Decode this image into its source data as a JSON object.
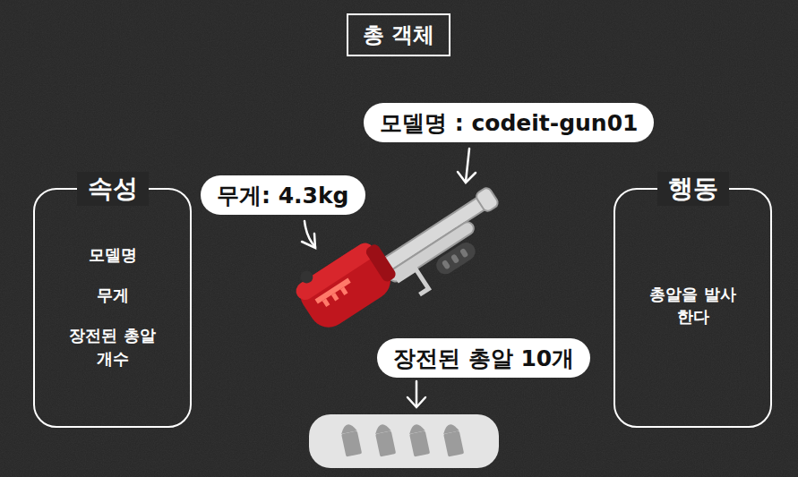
{
  "diagram": {
    "title": "총 객체",
    "nodes": [
      {
        "text": [
          "모델명 : codeit-gun01"
        ]
      },
      {
        "text": [
          "속성",
          "모델명",
          "무게",
          "장전된 총알 개수"
        ]
      },
      {
        "text": [
          "무게: 4.3kg"
        ]
      },
      {
        "text": [
          "행동",
          "총알을 발사한다"
        ]
      },
      {
        "text": [
          "장전된 총알 10개"
        ]
      }
    ]
  }
}
